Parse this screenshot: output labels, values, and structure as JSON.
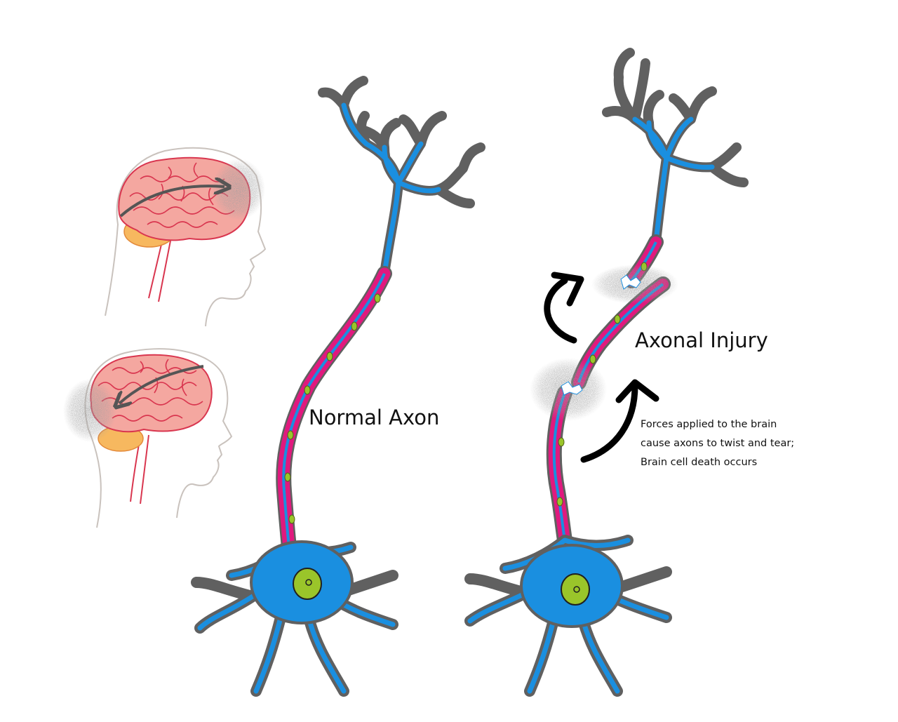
{
  "labels": {
    "normal": "Normal Axon",
    "injury": "Axonal Injury",
    "caption": [
      "Forces applied to the brain",
      "cause axons to twist and tear;",
      "Brain cell death occurs"
    ]
  },
  "colors": {
    "membrane": "#606060",
    "cytoplasm": "#1a8fe0",
    "myelin": "#e0197e",
    "nucleus": "#9ac52a",
    "brain": "#f4a7a0",
    "brain_folds": "#d9364f",
    "cerebellum": "#f7b85f",
    "head_outline": "#c9c2bd",
    "motion_arrow": "#555555",
    "force_arrow": "#000000",
    "debris": "#7a7a7a"
  },
  "icons": [
    "brain-icon",
    "head-outline-icon",
    "neuron-icon",
    "curved-arrow-icon"
  ]
}
